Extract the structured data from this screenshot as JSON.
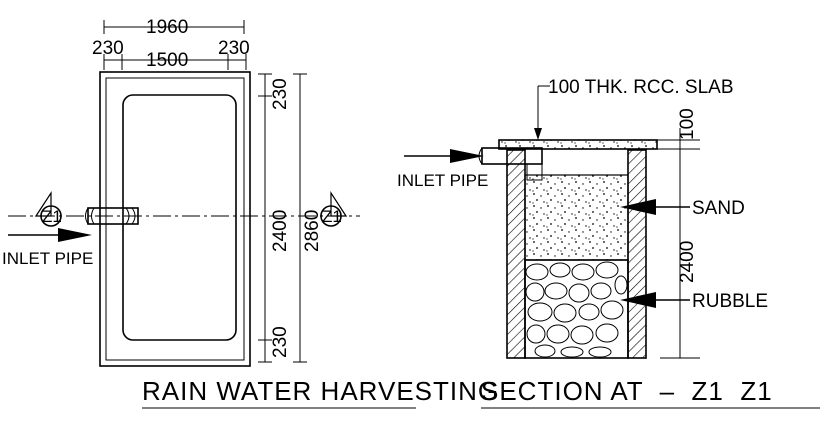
{
  "plan": {
    "title": "RAIN WATER HARVESTING",
    "dim_total_width": "1960",
    "dim_wall_left": "230",
    "dim_inner_width": "1500",
    "dim_wall_right": "230",
    "dim_wall_top": "230",
    "dim_inner_height": "2400",
    "dim_total_height": "2860",
    "dim_wall_bottom": "230",
    "section_marker_left": "Z1",
    "section_marker_right": "Z1",
    "inlet_label": "INLET PIPE"
  },
  "section": {
    "title": "SECTION AT  –  Z1  Z1",
    "slab_label": "100 THK. RCC. SLAB",
    "dim_slab": "100",
    "dim_depth": "2400",
    "inlet_label": "INLET PIPE",
    "sand_label": "SAND",
    "rubble_label": "RUBBLE"
  },
  "colors": {
    "line": "#000000",
    "background": "#ffffff"
  }
}
